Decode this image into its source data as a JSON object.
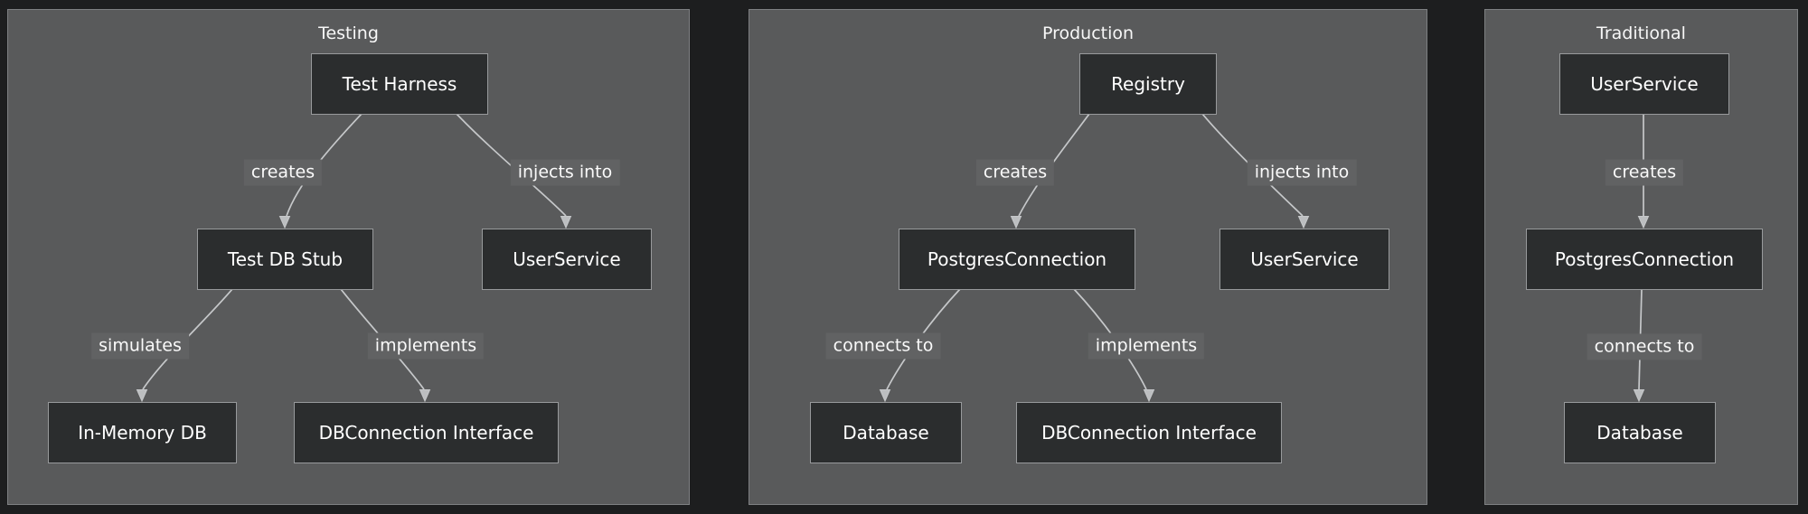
{
  "colors": {
    "page_bg": "#1d1e1f",
    "cluster_bg": "#595a5b",
    "cluster_border": "#7e8082",
    "node_bg": "#2b2d2e",
    "node_border": "#989a9c",
    "edge": "#c6c8ca",
    "node_text": "#ffffff",
    "edge_label_bg": "#616263"
  },
  "diagram": {
    "clusters": [
      {
        "title": "Testing",
        "nodes": [
          {
            "label": "Test Harness"
          },
          {
            "label": "Test DB Stub"
          },
          {
            "label": "UserService"
          },
          {
            "label": "In-Memory DB"
          },
          {
            "label": "DBConnection Interface"
          }
        ],
        "edges": [
          {
            "label": "creates",
            "from": "Test Harness",
            "to": "Test DB Stub"
          },
          {
            "label": "injects into",
            "from": "Test Harness",
            "to": "UserService"
          },
          {
            "label": "simulates",
            "from": "Test DB Stub",
            "to": "In-Memory DB"
          },
          {
            "label": "implements",
            "from": "Test DB Stub",
            "to": "DBConnection Interface"
          }
        ]
      },
      {
        "title": "Production",
        "nodes": [
          {
            "label": "Registry"
          },
          {
            "label": "PostgresConnection"
          },
          {
            "label": "UserService"
          },
          {
            "label": "Database"
          },
          {
            "label": "DBConnection Interface"
          }
        ],
        "edges": [
          {
            "label": "creates",
            "from": "Registry",
            "to": "PostgresConnection"
          },
          {
            "label": "injects into",
            "from": "Registry",
            "to": "UserService"
          },
          {
            "label": "connects to",
            "from": "PostgresConnection",
            "to": "Database"
          },
          {
            "label": "implements",
            "from": "PostgresConnection",
            "to": "DBConnection Interface"
          }
        ]
      },
      {
        "title": "Traditional",
        "nodes": [
          {
            "label": "UserService"
          },
          {
            "label": "PostgresConnection"
          },
          {
            "label": "Database"
          }
        ],
        "edges": [
          {
            "label": "creates",
            "from": "UserService",
            "to": "PostgresConnection"
          },
          {
            "label": "connects to",
            "from": "PostgresConnection",
            "to": "Database"
          }
        ]
      }
    ]
  }
}
